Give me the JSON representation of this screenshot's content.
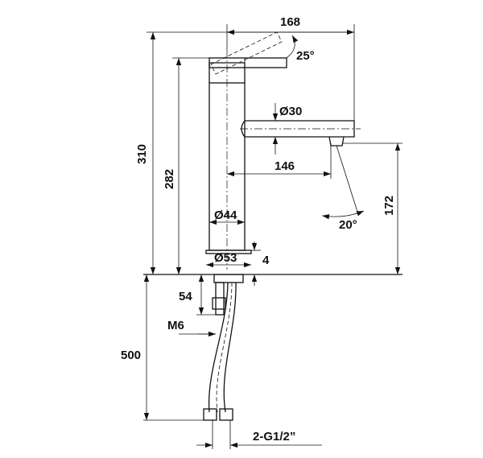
{
  "drawing": {
    "dimensions": {
      "spout_reach": "168",
      "lever_angle": "25°",
      "spout_diameter": "Ø30",
      "total_height": "310",
      "body_height": "282",
      "outlet_offset": "146",
      "outlet_height": "172",
      "aerator_angle": "20°",
      "body_diameter": "Ø44",
      "base_diameter": "Ø53",
      "base_thickness": "4",
      "stud_length": "54",
      "stud_thread": "M6",
      "hose_length": "500",
      "hose_connection": "2-G1/2”"
    }
  }
}
